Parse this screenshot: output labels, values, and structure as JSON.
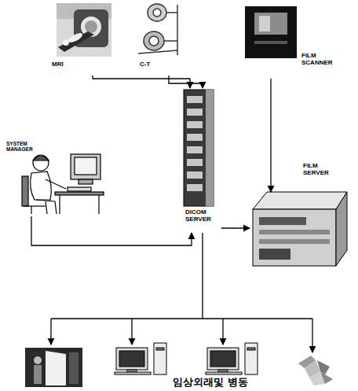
{
  "diagram": {
    "nodes": [
      {
        "text": [
          "MRI"
        ]
      },
      {
        "text": [
          "C-T"
        ]
      },
      {
        "text": [
          "FILM SCANNER"
        ]
      },
      {
        "text": [
          "SYSTEM MANAGER"
        ]
      },
      {
        "text": [
          "DICOM SERVER"
        ]
      },
      {
        "text": [
          "FILM SERVER"
        ]
      }
    ],
    "edges": [
      {
        "from": 0,
        "to": 4,
        "arrow": "to"
      },
      {
        "from": 1,
        "to": 4,
        "arrow": "to"
      },
      {
        "from": 2,
        "to": 5,
        "arrow": "to"
      },
      {
        "from": 4,
        "to": 5,
        "arrow": "to"
      },
      {
        "from": 3,
        "to": 4,
        "arrow": "to"
      }
    ],
    "labels": [
      "임상외래및 병동"
    ]
  }
}
